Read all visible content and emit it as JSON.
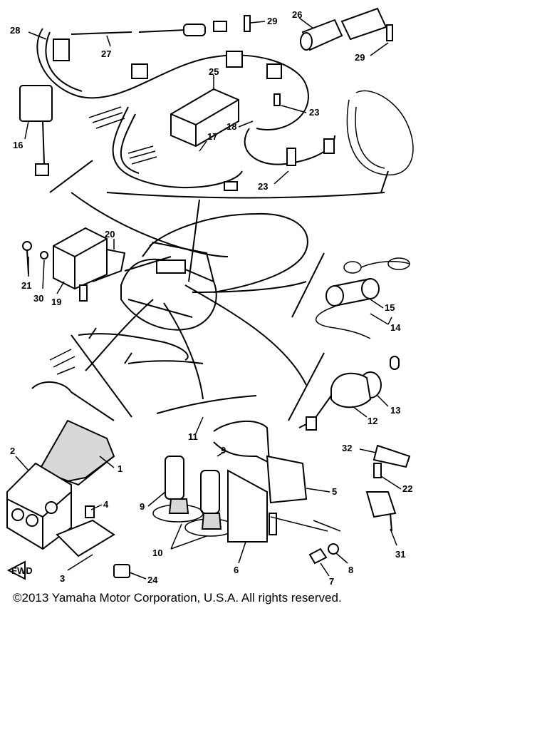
{
  "diagram": {
    "copyright": "©2013 Yamaha Motor Corporation, U.S.A. All rights reserved.",
    "front_marker": "FWD",
    "callouts": [
      "28",
      "27",
      "29",
      "26",
      "29",
      "25",
      "23",
      "18",
      "17",
      "23",
      "16",
      "20",
      "21",
      "30",
      "19",
      "15",
      "14",
      "13",
      "12",
      "11",
      "9",
      "9",
      "1",
      "2",
      "4",
      "10",
      "6",
      "5",
      "32",
      "22",
      "31",
      "8",
      "7",
      "3",
      "24"
    ]
  }
}
